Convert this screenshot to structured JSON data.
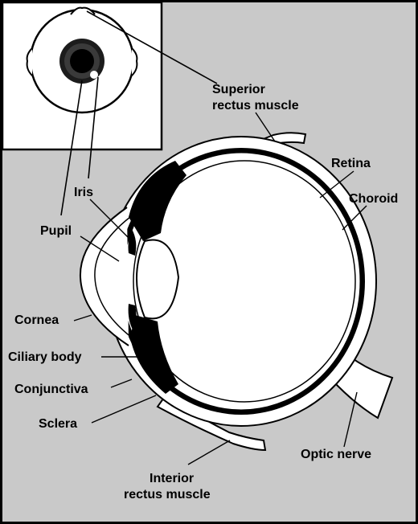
{
  "diagram": {
    "colors": {
      "background": "#c9c9c9",
      "frame": "#000000",
      "tissue": "#ffffff",
      "pigment": "#000000"
    },
    "labels": {
      "superior_line1": "Superior",
      "superior_line2": "rectus muscle",
      "retina": "Retina",
      "choroid": "Choroid",
      "iris": "Iris",
      "pupil": "Pupil",
      "cornea": "Cornea",
      "ciliary_body": "Ciliary body",
      "conjunctiva": "Conjunctiva",
      "sclera": "Sclera",
      "optic_nerve": "Optic nerve",
      "interior_line1": "Interior",
      "interior_line2": "rectus muscle"
    }
  }
}
